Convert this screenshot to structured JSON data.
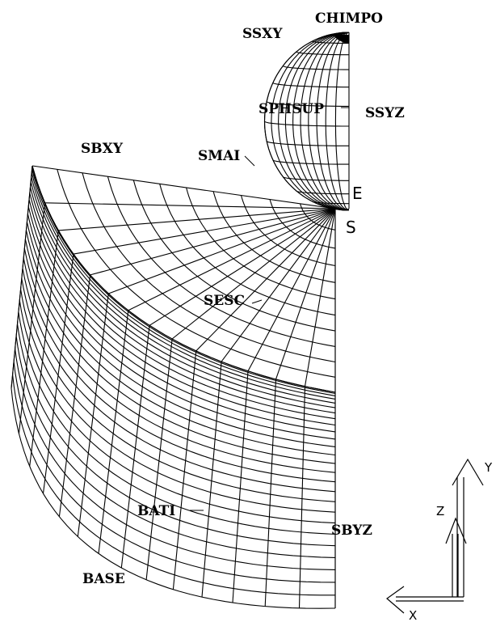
{
  "labels": {
    "chimpo": "CHIMPO",
    "ssxy": "SSXY",
    "sphsup": "SPHSUP",
    "ssyz": "SSYZ",
    "sbxy": "SBXY",
    "smai": "SMAI",
    "e": "E",
    "s": "S",
    "sesc": "SESC",
    "bati": "BATI",
    "sbyz": "SBYZ",
    "base": "BASE"
  },
  "axes": {
    "y": "Y",
    "z": "Z",
    "x": "X"
  },
  "colors": {
    "line": "#000000",
    "background": "#ffffff"
  }
}
